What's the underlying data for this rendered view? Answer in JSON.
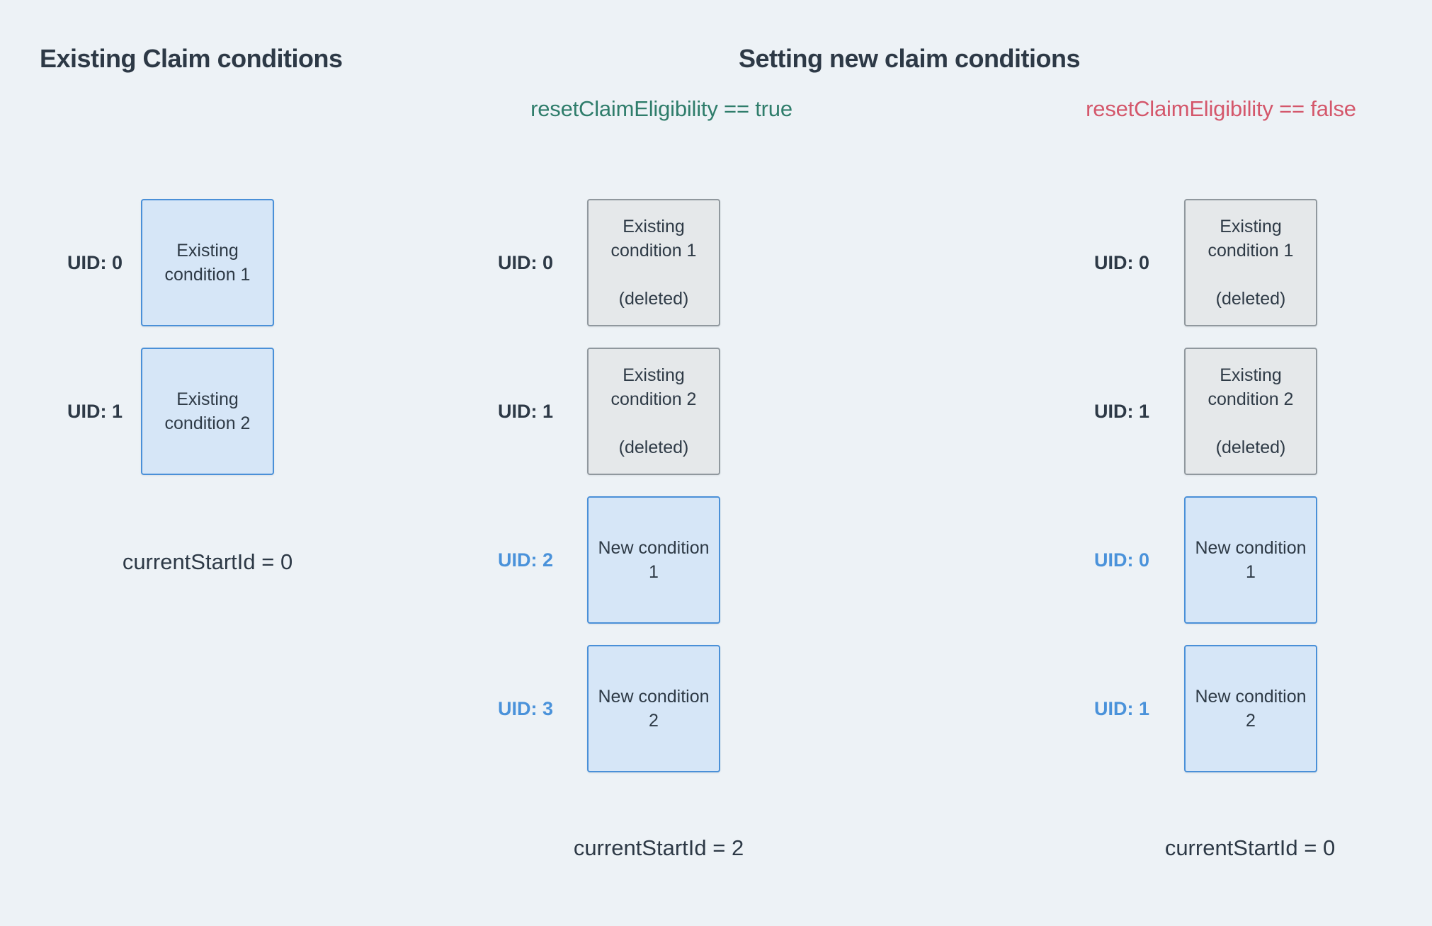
{
  "titles": {
    "left": "Existing Claim conditions",
    "right": "Setting new claim conditions"
  },
  "scenarios": {
    "true_label": "resetClaimEligibility == true",
    "false_label": "resetClaimEligibility == false"
  },
  "colors": {
    "background": "#edf2f6",
    "dark_text": "#2d3946",
    "green_text": "#2f7d6b",
    "red_text": "#d4576b",
    "blue_text": "#4a92da",
    "blue_box_fill": "#d6e6f7",
    "blue_box_border": "#4a90d8",
    "gray_box_fill": "#e5e8ea",
    "gray_box_border": "#90989e"
  },
  "columns": [
    {
      "name": "existing-claim-conditions",
      "rows": [
        {
          "uid_label": "UID: 0",
          "uid_style": "dark",
          "box_style": "blue",
          "box_label": "Existing condition 1",
          "deleted_label": ""
        },
        {
          "uid_label": "UID: 1",
          "uid_style": "dark",
          "box_style": "blue",
          "box_label": "Existing condition 2",
          "deleted_label": ""
        }
      ],
      "footer": "currentStartId = 0"
    },
    {
      "name": "reset-eligibility-true",
      "rows": [
        {
          "uid_label": "UID: 0",
          "uid_style": "dark",
          "box_style": "gray",
          "box_label": "Existing condition 1",
          "deleted_label": "(deleted)"
        },
        {
          "uid_label": "UID: 1",
          "uid_style": "dark",
          "box_style": "gray",
          "box_label": "Existing condition 2",
          "deleted_label": "(deleted)"
        },
        {
          "uid_label": "UID: 2",
          "uid_style": "blue",
          "box_style": "blue",
          "box_label": "New condition 1",
          "deleted_label": ""
        },
        {
          "uid_label": "UID: 3",
          "uid_style": "blue",
          "box_style": "blue",
          "box_label": "New condition 2",
          "deleted_label": ""
        }
      ],
      "footer": "currentStartId = 2"
    },
    {
      "name": "reset-eligibility-false",
      "rows": [
        {
          "uid_label": "UID: 0",
          "uid_style": "dark",
          "box_style": "gray",
          "box_label": "Existing condition 1",
          "deleted_label": "(deleted)"
        },
        {
          "uid_label": "UID: 1",
          "uid_style": "dark",
          "box_style": "gray",
          "box_label": "Existing condition 2",
          "deleted_label": "(deleted)"
        },
        {
          "uid_label": "UID: 0",
          "uid_style": "blue",
          "box_style": "blue",
          "box_label": "New condition 1",
          "deleted_label": ""
        },
        {
          "uid_label": "UID: 1",
          "uid_style": "blue",
          "box_style": "blue",
          "box_label": "New condition 2",
          "deleted_label": ""
        }
      ],
      "footer": "currentStartId = 0"
    }
  ]
}
